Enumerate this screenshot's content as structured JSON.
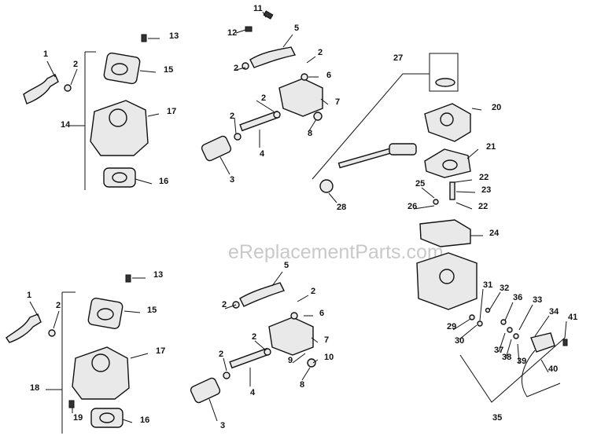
{
  "watermark": "eReplacementParts.com",
  "callouts": [
    "1",
    "2",
    "3",
    "4",
    "5",
    "6",
    "7",
    "8",
    "9",
    "10",
    "11",
    "12",
    "13",
    "14",
    "15",
    "16",
    "17",
    "18",
    "19",
    "20",
    "21",
    "22",
    "23",
    "24",
    "25",
    "26",
    "27",
    "28",
    "29",
    "30",
    "31",
    "32",
    "33",
    "34",
    "35",
    "36",
    "37",
    "38",
    "39",
    "40",
    "41"
  ],
  "label_positions": [
    [
      "1",
      55,
      72
    ],
    [
      "2",
      93,
      85
    ],
    [
      "13",
      215,
      49
    ],
    [
      "15",
      208,
      92
    ],
    [
      "17",
      212,
      145
    ],
    [
      "14",
      77,
      162
    ],
    [
      "16",
      202,
      234
    ],
    [
      "11",
      322,
      14
    ],
    [
      "12",
      289,
      45
    ],
    [
      "5",
      374,
      39
    ],
    [
      "2",
      404,
      70
    ],
    [
      "2",
      297,
      90
    ],
    [
      "6",
      415,
      99
    ],
    [
      "2",
      332,
      128
    ],
    [
      "7",
      426,
      133
    ],
    [
      "2",
      292,
      151
    ],
    [
      "8",
      391,
      173
    ],
    [
      "4",
      330,
      199
    ],
    [
      "3",
      292,
      232
    ],
    [
      "27",
      500,
      77
    ],
    [
      "20",
      625,
      140
    ],
    [
      "21",
      618,
      190
    ],
    [
      "22",
      609,
      229
    ],
    [
      "25",
      528,
      237
    ],
    [
      "23",
      612,
      245
    ],
    [
      "26",
      518,
      266
    ],
    [
      "22",
      608,
      266
    ],
    [
      "28",
      428,
      267
    ],
    [
      "24",
      622,
      300
    ],
    [
      "1",
      34,
      379
    ],
    [
      "2",
      71,
      392
    ],
    [
      "13",
      195,
      353
    ],
    [
      "15",
      187,
      398
    ],
    [
      "17",
      198,
      450
    ],
    [
      "18",
      38,
      497
    ],
    [
      "19",
      93,
      535
    ],
    [
      "16",
      178,
      538
    ],
    [
      "5",
      361,
      341
    ],
    [
      "2",
      395,
      374
    ],
    [
      "2",
      282,
      391
    ],
    [
      "6",
      406,
      402
    ],
    [
      "2",
      320,
      432
    ],
    [
      "7",
      412,
      436
    ],
    [
      "9",
      366,
      462
    ],
    [
      "10",
      412,
      458
    ],
    [
      "2",
      278,
      454
    ],
    [
      "4",
      318,
      503
    ],
    [
      "8",
      381,
      493
    ],
    [
      "3",
      280,
      545
    ],
    [
      "31",
      614,
      366
    ],
    [
      "32",
      635,
      370
    ],
    [
      "36",
      652,
      382
    ],
    [
      "33",
      677,
      385
    ],
    [
      "34",
      698,
      400
    ],
    [
      "41",
      722,
      407
    ],
    [
      "29",
      568,
      419
    ],
    [
      "37",
      628,
      449
    ],
    [
      "38",
      638,
      458
    ],
    [
      "39",
      657,
      463
    ],
    [
      "40",
      697,
      473
    ],
    [
      "30",
      578,
      437
    ],
    [
      "35",
      626,
      535
    ]
  ]
}
